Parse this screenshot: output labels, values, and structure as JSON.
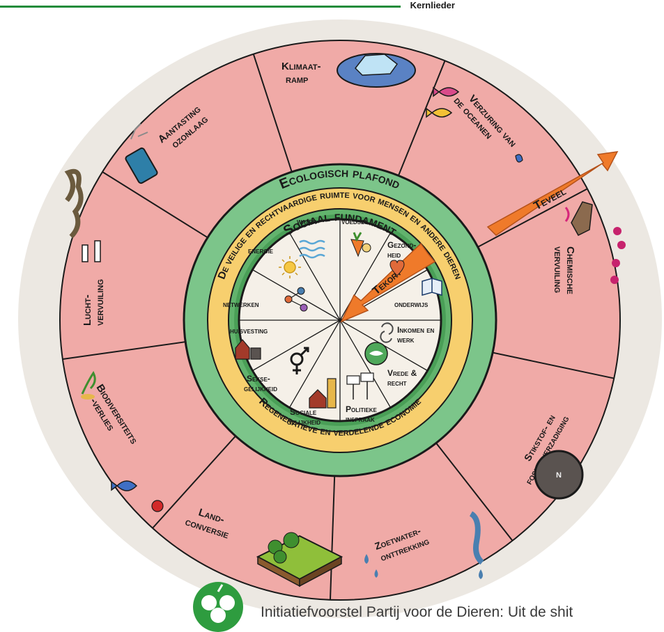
{
  "header": {
    "text": "Kernlieder"
  },
  "rings": {
    "ecological": "Ecologisch plafond",
    "safe_space": "De veilige en rechtvaardige ruimte voor mensen en andere dieren",
    "social": "Sociaal fundament",
    "regenerative": "Regeneratieve en verdelende economie"
  },
  "overshoot": {
    "label": "Teveel",
    "segments": [
      {
        "lines": [
          "Klimaat-",
          "ramp"
        ],
        "icon": "melting-ice-icon"
      },
      {
        "lines": [
          "Verzuring van",
          "de oceanen"
        ],
        "icon": "fish-icon"
      },
      {
        "lines": [
          "Chemische",
          "vervuiling"
        ],
        "icon": "factory-pollution-icon"
      },
      {
        "lines": [
          "Stikstof- en",
          "fosforverzadiging"
        ],
        "icon": "nitrogen-icon"
      },
      {
        "lines": [
          "Zoetwater-",
          "onttrekking"
        ],
        "icon": "water-drop-icon"
      },
      {
        "lines": [
          "Land-",
          "conversie"
        ],
        "icon": "forest-icon"
      },
      {
        "lines": [
          "Biodiversiteits",
          "-verlies"
        ],
        "icon": "fish-ladybug-icon"
      },
      {
        "lines": [
          "Lucht-",
          "vervuiling"
        ],
        "icon": "smoke-icon"
      },
      {
        "lines": [
          "Aantasting",
          "ozonlaag"
        ],
        "icon": "spray-can-icon"
      }
    ],
    "nitrogen_symbol": "N"
  },
  "shortfall": {
    "label": "Tekort",
    "segments": [
      {
        "lines": [
          "voedsel"
        ],
        "icon": "vegetables-icon"
      },
      {
        "lines": [
          "Gezond-",
          "heid"
        ],
        "icon": "heart-icon"
      },
      {
        "lines": [
          "onderwijs"
        ],
        "icon": "book-icon"
      },
      {
        "lines": [
          "Inkomen en",
          "werk"
        ],
        "icon": "cycle-icon"
      },
      {
        "lines": [
          "Vrede &",
          "recht"
        ],
        "icon": "dove-globe-icon"
      },
      {
        "lines": [
          "Politieke",
          "inspraak"
        ],
        "icon": "protest-signs-icon"
      },
      {
        "lines": [
          "Sociale",
          "gelijkheid"
        ],
        "icon": "houses-icon"
      },
      {
        "lines": [
          "Sekse-",
          "gelijkheid"
        ],
        "icon": "gender-icon"
      },
      {
        "lines": [
          "huisvesting"
        ],
        "icon": "house-icon"
      },
      {
        "lines": [
          "netwerken"
        ],
        "icon": "network-icon"
      },
      {
        "lines": [
          "energie"
        ],
        "icon": "sun-icon"
      },
      {
        "lines": [
          "water"
        ],
        "icon": "waves-icon"
      }
    ]
  },
  "footer": {
    "text": "Initiatiefvoorstel Partij voor de Dieren:  Uit de shit"
  },
  "colors": {
    "outer_pink": "#f0aaa7",
    "ecological_green": "#7cc58a",
    "safe_yellow": "#f7cf6e",
    "social_green": "#62b36d",
    "center": "#f5f0e8",
    "arrow_orange": "#ef7a2a",
    "logo_green": "#2e9c3f"
  }
}
